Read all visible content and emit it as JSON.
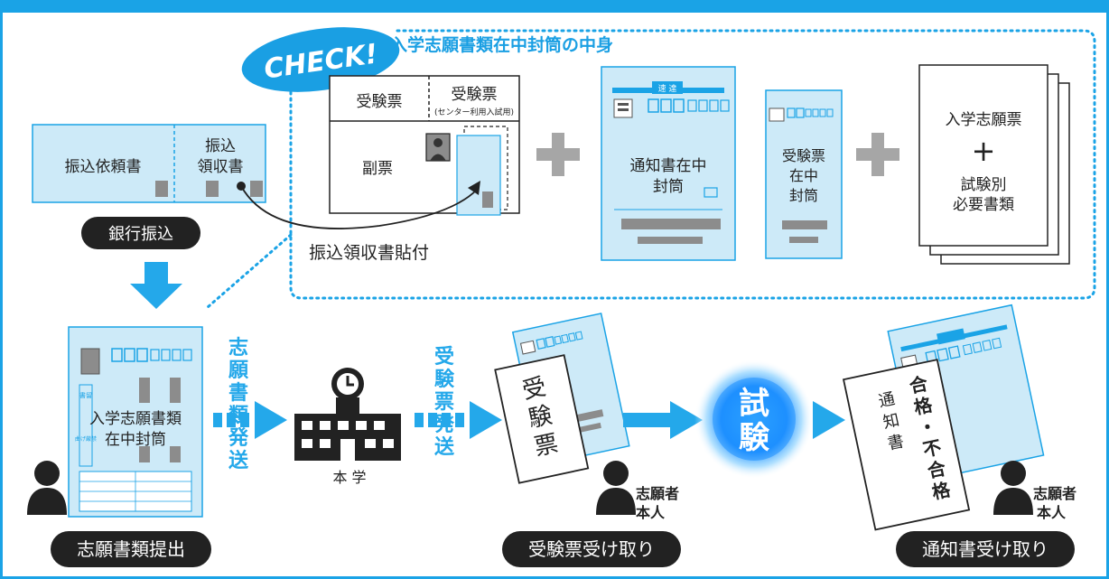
{
  "colors": {
    "frame": "#1aa3e6",
    "light_blue": "#cdeaf8",
    "arrow": "#24a8ea",
    "dark": "#222222",
    "grey": "#8c8c8c",
    "plus": "#a6a6a6",
    "glow": "#1e90ff",
    "check_badge": "#1a9fe3"
  },
  "check": {
    "badge": "CHECK!",
    "title": "入学志願書類在中封筒の中身"
  },
  "bank": {
    "request_form": "振込依頼書",
    "receipt_line1": "振込",
    "receipt_line2": "領収書",
    "step_label": "銀行振込",
    "paste_label": "振込領収書貼付"
  },
  "ticket": {
    "exam_ticket": "受験票",
    "exam_ticket_center": "受験票",
    "center_note": "(センター利用入試用)",
    "sub_ticket": "副票"
  },
  "envelopes": {
    "notice_env_line1": "通知書在中",
    "notice_env_line2": "封筒",
    "ticket_env_line1": "受験票",
    "ticket_env_line2": "在中",
    "ticket_env_line3": "封筒",
    "express_mark": "速 達"
  },
  "documents": {
    "line1": "入学志願票",
    "plus": "+",
    "line2": "試験別",
    "line3": "必要書類"
  },
  "submit_envelope": {
    "line1": "入学志願書類",
    "line2": "在中封筒",
    "side_label": "書留",
    "side_note": "曲げ厳禁"
  },
  "flow": {
    "send_docs": "志願書類発送",
    "university": "本 学",
    "send_ticket": "受験票発送",
    "ticket_paper": "受験票",
    "exam": "試験",
    "result_paper_1": "合格・不合格",
    "result_paper_2": "通知書",
    "applicant_1": "志願者",
    "applicant_2": "本人",
    "applicant_3": "志願者",
    "applicant_4": "本人"
  },
  "steps": {
    "submit": "志願書類提出",
    "receive_ticket": "受験票受け取り",
    "receive_notice": "通知書受け取り"
  }
}
